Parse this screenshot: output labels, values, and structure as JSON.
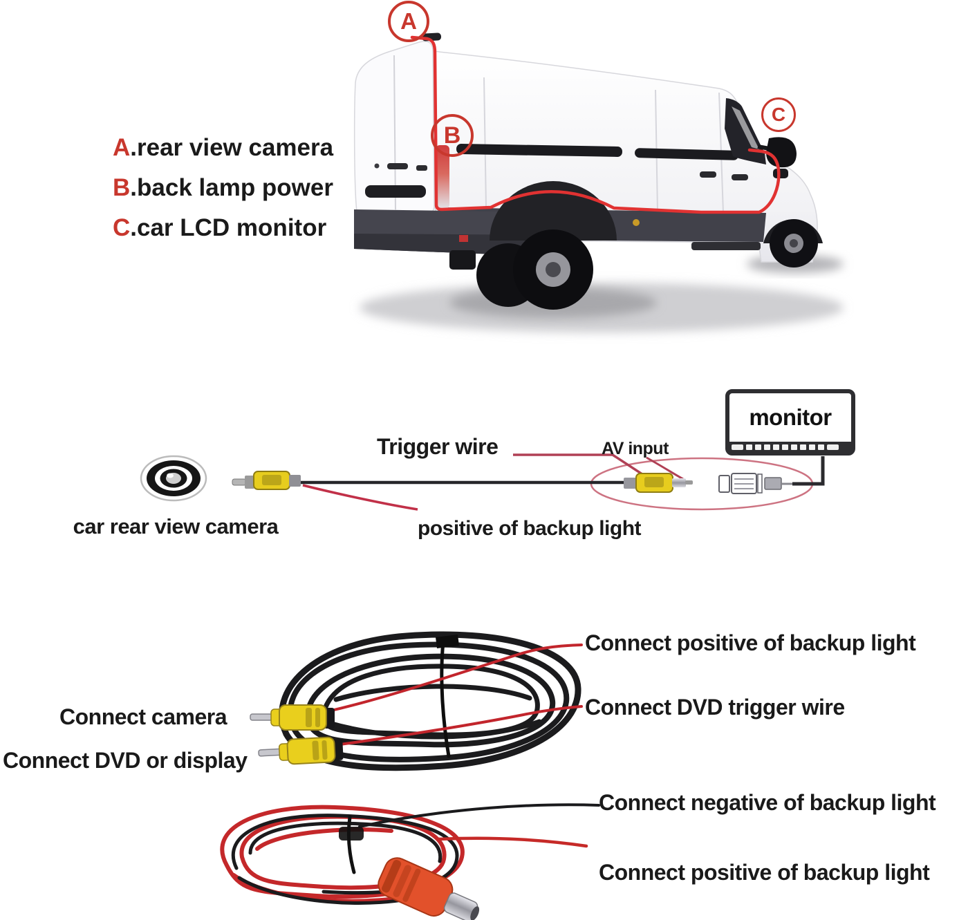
{
  "colors": {
    "accent_red": "#c8372d",
    "trace_red": "#e13232",
    "wire_red": "#c2262c",
    "pointer_red": "#b04055",
    "rca_yellow": "#e7cd1e",
    "plug_orange": "#e2512b"
  },
  "legend": {
    "items": [
      {
        "letter": "A",
        "text": ".rear view camera"
      },
      {
        "letter": "B",
        "text": ".back lamp power"
      },
      {
        "letter": "C",
        "text": ".car LCD monitor"
      }
    ]
  },
  "markers": {
    "a": "A",
    "b": "B",
    "c": "C"
  },
  "diagram": {
    "trigger_wire_label": "Trigger wire",
    "av_input_label": "AV input",
    "monitor_label": "monitor",
    "camera_caption": "car rear view camera",
    "backup_light_caption": "positive of backup light"
  },
  "harness": {
    "connect_camera": "Connect camera",
    "connect_dvd_display": "Connect DVD or display",
    "connect_positive_backup": "Connect positive of backup light",
    "connect_dvd_trigger": "Connect DVD trigger wire"
  },
  "power_wire": {
    "connect_negative_backup": "Connect negative of backup light",
    "connect_positive_backup": "Connect positive of backup light"
  }
}
